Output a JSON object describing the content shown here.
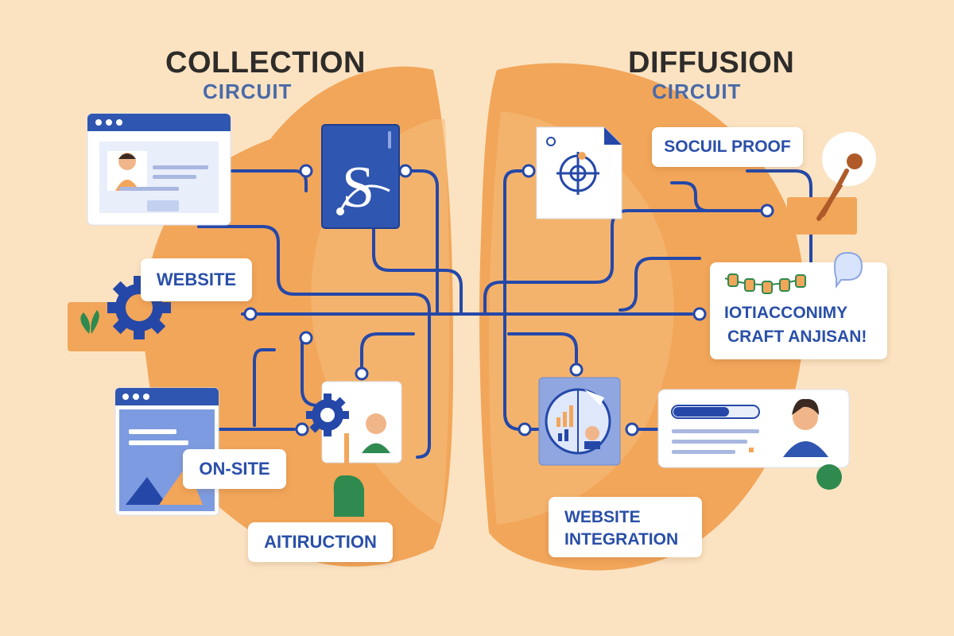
{
  "titles": {
    "left_main": "COLLECTION",
    "left_sub": "CIRCUIT",
    "right_main": "DIFFUSION",
    "right_sub": "CIRCUIT"
  },
  "labels": {
    "website": "WEBSITE",
    "on_site": "ON-SITE",
    "attraction": "AITIRUCTION",
    "social_proof": "SOCUIL PROOF",
    "craft_line1": "IOTIACCONIMY",
    "craft_line2": "CRAFT ANJISAN!",
    "integration_line1": "WEBSITE",
    "integration_line2": "INTEGRATION"
  },
  "colors": {
    "background": "#fbe3c2",
    "brain": "#f2a65a",
    "brain_light": "#f6bd7e",
    "circuit": "#2548a8",
    "card": "#ffffff",
    "accent_blue": "#2a4fa8",
    "accent_green": "#2f8a4f"
  }
}
